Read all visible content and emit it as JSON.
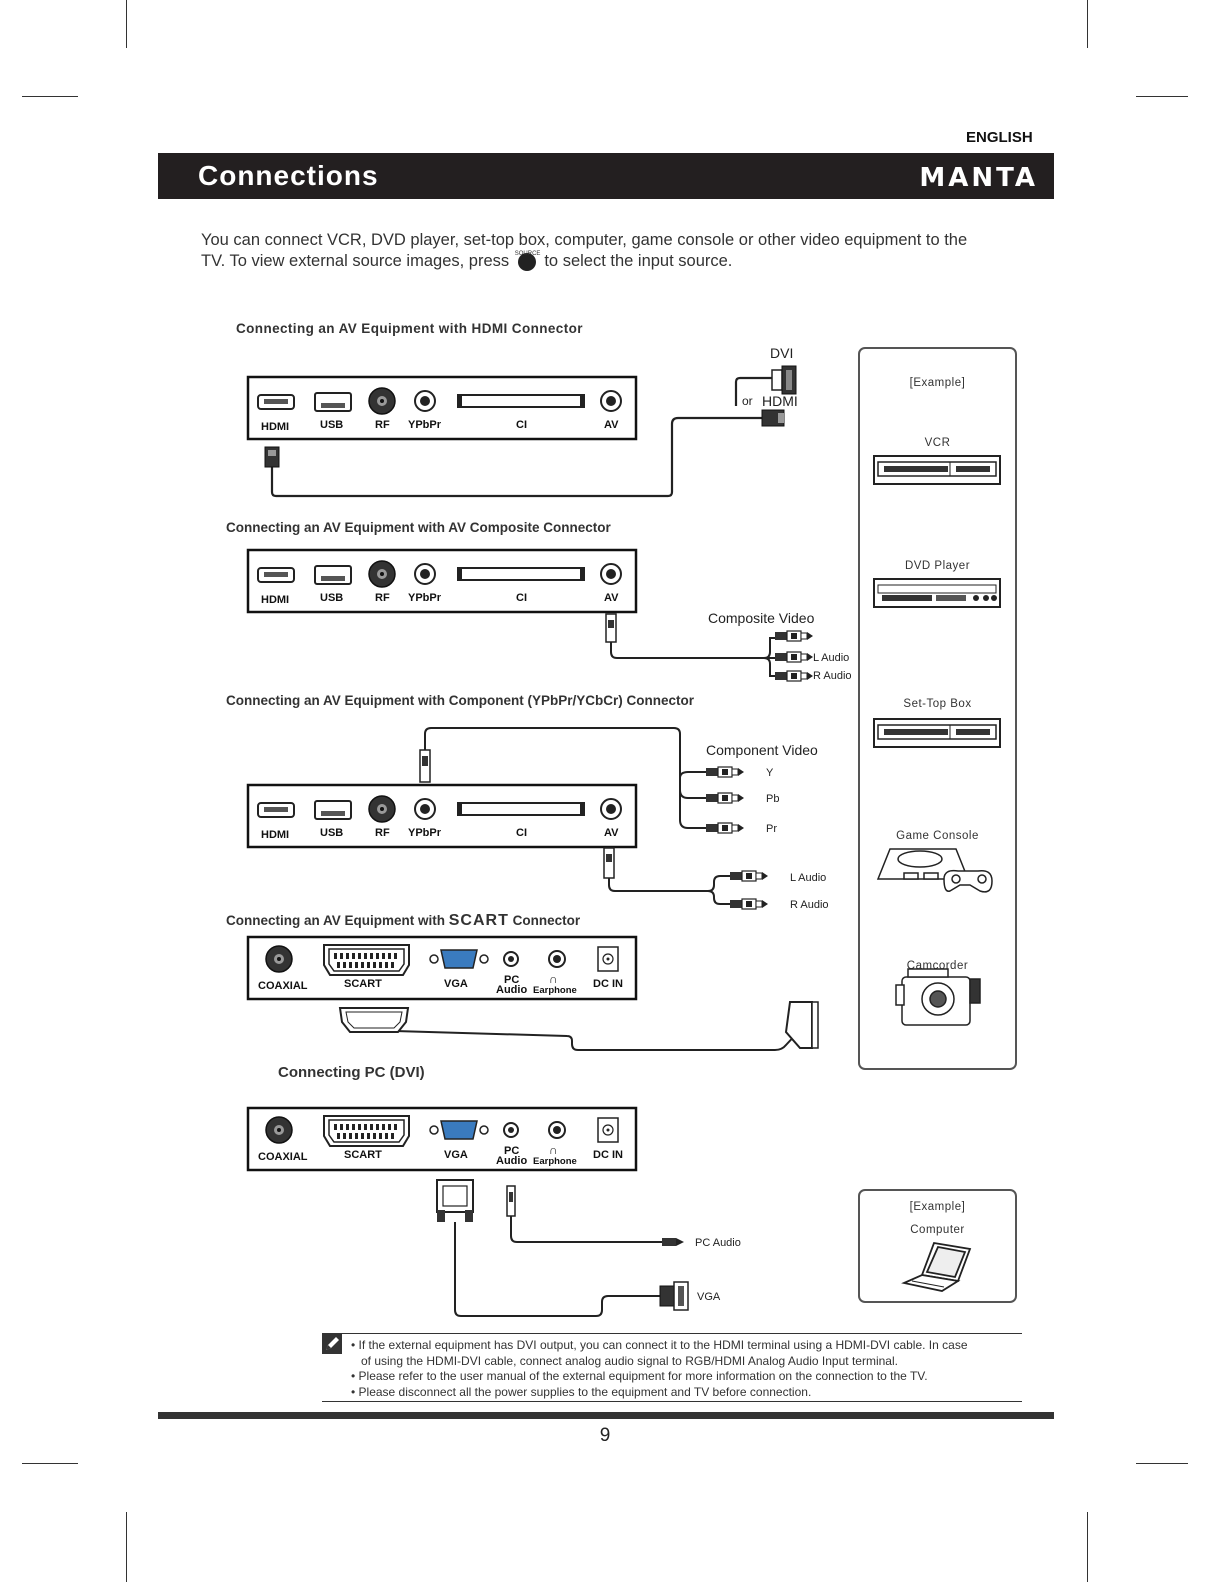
{
  "language": "ENGLISH",
  "header": {
    "title": "Connections",
    "brand": "MANTA"
  },
  "intro": {
    "line1": "You can connect VCR, DVD player, set-top box, computer, game console or other video equipment to the",
    "line2a": "TV.  To view external source images, press",
    "source_button_label": "SOURCE",
    "line2b": "to select the input source."
  },
  "sections": {
    "hdmi": "Connecting  an  AV  Equipment  with  HDMI  Connector",
    "av": "Connecting an AV Equipment with  AV Composite Connector",
    "component": "Connecting  an  AV  Equipment  with  Component (YPbPr/YCbCr)  Connector",
    "scart_pre": "Connecting  an  AV  Equipment  with ",
    "scart_big": "SCART",
    "scart_post": " Connector",
    "pc": "Connecting PC (DVI)"
  },
  "panel_a_ports": [
    "HDMI",
    "USB",
    "RF",
    "YPbPr",
    "CI",
    "AV"
  ],
  "panel_b_ports": [
    "COAXIAL",
    "SCART",
    "VGA",
    "PC",
    "Audio",
    "Earphone",
    "DC IN"
  ],
  "cable_labels": {
    "dvi": "DVI",
    "or": "or",
    "hdmi": "HDMI",
    "composite_video": "Composite Video",
    "l_audio": "L Audio",
    "r_audio": "R Audio",
    "component_video": "Component Video",
    "y": "Y",
    "pb": "Pb",
    "pr": "Pr",
    "pc_audio": "PC Audio",
    "vga": "VGA"
  },
  "example_box": {
    "title": "[Example]",
    "devices": [
      "VCR",
      "DVD Player",
      "Set-Top Box",
      "Game Console",
      "Camcorder"
    ]
  },
  "pc_example_box": {
    "title": "[Example]",
    "device": "Computer"
  },
  "notes": [
    "• If the external equipment has DVI output, you can connect it to the HDMI terminal using a HDMI-DVI cable.  In case",
    "   of using the HDMI-DVI cable, connect analog audio signal to RGB/HDMI Analog Audio Input terminal.",
    "• Please refer to the user manual of the external equipment for more information on the connection to the TV.",
    "• Please disconnect all the power supplies to the equipment and TV before connection."
  ],
  "page_number": "9"
}
